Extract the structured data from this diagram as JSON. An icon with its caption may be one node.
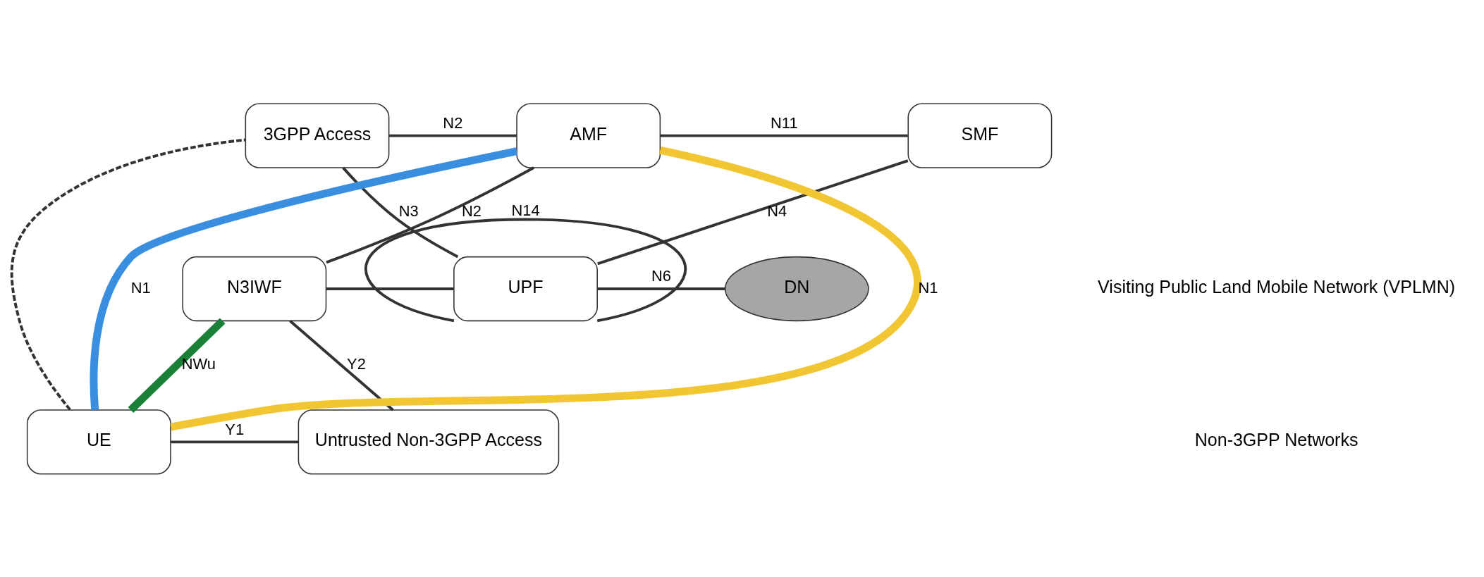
{
  "diagram": {
    "nodes": [
      {
        "text": [
          "3GPP Access"
        ]
      },
      {
        "text": [
          "AMF"
        ]
      },
      {
        "text": [
          "SMF"
        ]
      },
      {
        "text": [
          "N3IWF"
        ]
      },
      {
        "text": [
          "UPF"
        ]
      },
      {
        "text": [
          "DN"
        ]
      },
      {
        "text": [
          "UE"
        ]
      },
      {
        "text": [
          "Untrusted Non-3GPP Access"
        ]
      }
    ],
    "edges": [
      {
        "from": 0,
        "to": 1,
        "arrow": "none",
        "label": "N2"
      },
      {
        "from": 1,
        "to": 2,
        "arrow": "none",
        "label": "N11"
      },
      {
        "from": 2,
        "to": 4,
        "arrow": "none",
        "label": "N4"
      },
      {
        "from": 0,
        "to": 4,
        "arrow": "none",
        "label": "N3"
      },
      {
        "from": 1,
        "to": 3,
        "arrow": "none",
        "label": "N2"
      },
      {
        "from": 3,
        "to": 4,
        "arrow": "none"
      },
      {
        "from": 4,
        "to": 5,
        "arrow": "none",
        "label": "N6"
      },
      {
        "from": 4,
        "to": 4,
        "arrow": "none",
        "label": "N14"
      },
      {
        "from": 3,
        "to": 7,
        "arrow": "none",
        "label": "Y2"
      },
      {
        "from": 6,
        "to": 7,
        "arrow": "none",
        "label": "Y1"
      },
      {
        "from": 6,
        "to": 0,
        "arrow": "none",
        "style": "dashed"
      },
      {
        "from": 6,
        "to": 1,
        "arrow": "none",
        "label": "N1",
        "style": "thick",
        "color": "#f2c633"
      },
      {
        "from": 6,
        "to": 1,
        "arrow": "none",
        "label": "N1",
        "style": "thick",
        "color": "#3a8ee0"
      },
      {
        "from": 6,
        "to": 3,
        "arrow": "none",
        "label": "NWu",
        "style": "thick",
        "color": "#1a7f37"
      }
    ],
    "labels": [
      "Visiting Public Land Mobile Network (VPLMN)",
      "Non-3GPP Networks"
    ]
  }
}
